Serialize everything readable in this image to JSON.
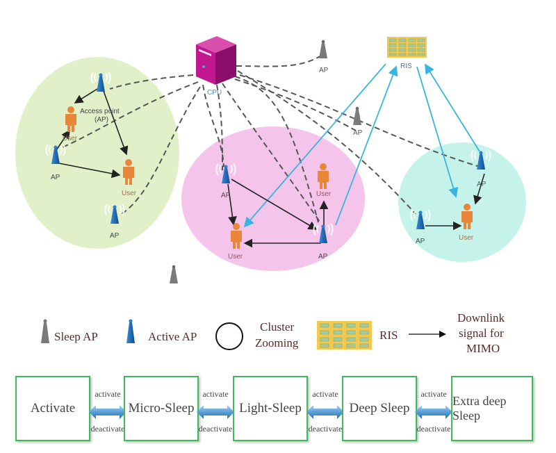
{
  "diagram": {
    "cpu_label": "CPU",
    "ris_label": "RIS",
    "ap_label": "AP",
    "access_point_label_line1": "Access point",
    "access_point_label_line2": "(AP)",
    "user_label": "User",
    "colors": {
      "cluster_green": "#e1f0c8",
      "cluster_pink": "#f5c4ea",
      "cluster_cyan": "#c6f3e9",
      "cpu_magenta": "#b0157f",
      "active_ap_blue": "#1a67b5",
      "sleep_ap_gray": "#7a7a7a",
      "user_orange": "#e8863a",
      "ris_yellow": "#f2c94c",
      "ris_link_cyan": "#38b4e0",
      "fronthaul_dashed": "#555555"
    }
  },
  "legend": {
    "sleep_ap": "Sleep AP",
    "active_ap": "Active AP",
    "cluster_line1": "Cluster",
    "cluster_line2": "Zooming",
    "ris": "RIS",
    "downlink_line1": "Downlink",
    "downlink_line2": "signal for",
    "downlink_line3": "MIMO"
  },
  "states": {
    "items": [
      "Activate",
      "Micro-Sleep",
      "Light-Sleep",
      "Deep Sleep",
      "Extra deep Sleep"
    ],
    "transition_up": "activate",
    "transition_down": "deactivate"
  }
}
